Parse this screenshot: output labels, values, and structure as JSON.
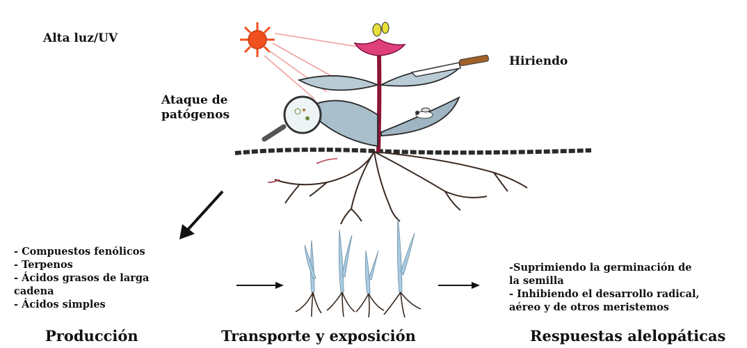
{
  "labels": {
    "light": "Alta luz/UV",
    "wounding": "Hiriendo",
    "pathogens_line1": "Ataque de",
    "pathogens_line2": "patógenos"
  },
  "production_list": [
    "- Compuestos fenólicos",
    "- Terpenos",
    "- Ácidos grasos de larga",
    "cadena",
    "- Ácidos simples"
  ],
  "responses_list": [
    "-Suprimiendo la germinación de",
    "la semilla",
    "- Inhibiendo el desarrollo radical,",
    "aéreo y de otros meristemos"
  ],
  "footer": {
    "production": "Producción",
    "transport": "Transporte y exposición",
    "responses": "Respuestas alelopáticas"
  },
  "colors": {
    "sun": "#f0501e",
    "flower": "#e0407a",
    "stem": "#8a1535",
    "leaf": "#b9ccd6",
    "root": "#3a2a22",
    "seedling": "#a9cce3"
  }
}
